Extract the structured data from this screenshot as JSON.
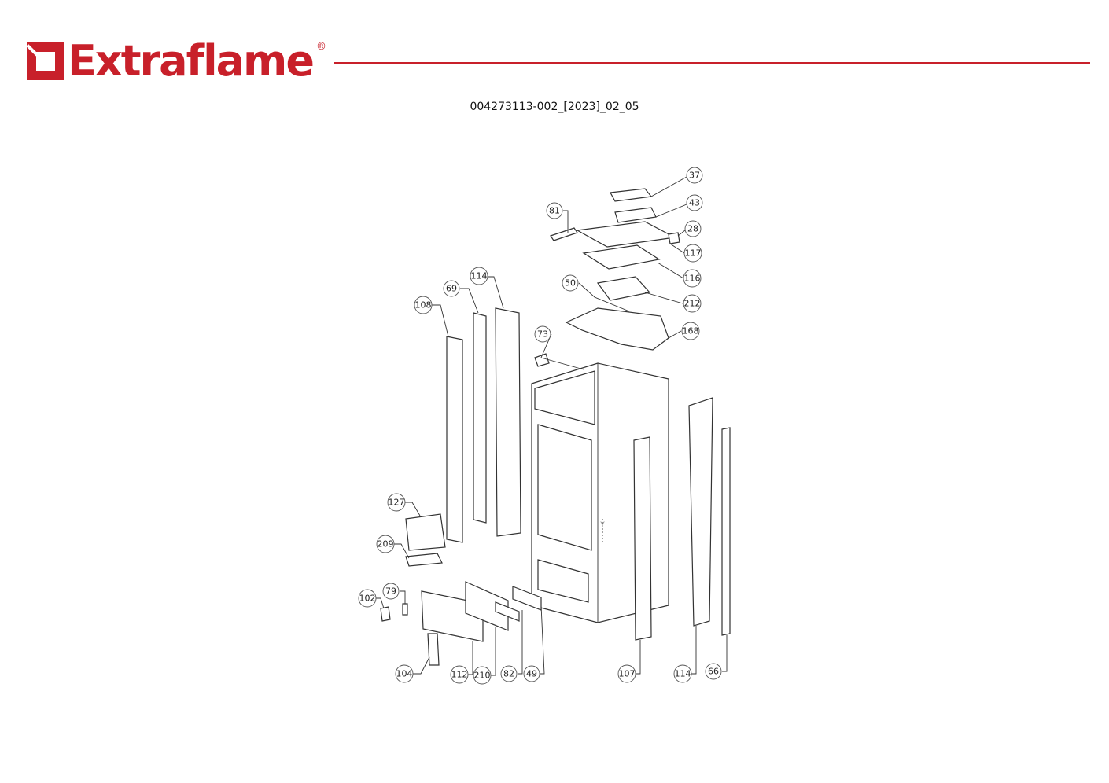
{
  "header": {
    "brand": "Extraflame",
    "registered_mark": "®",
    "brand_color": "#c8202a",
    "document_code": "004273113-002_[2023]_02_05"
  },
  "diagram": {
    "axis_label_y": "Y",
    "callouts": [
      "37",
      "43",
      "81",
      "28",
      "117",
      "116",
      "114",
      "69",
      "50",
      "108",
      "212",
      "168",
      "73",
      "127",
      "209",
      "79",
      "102",
      "104",
      "112",
      "210",
      "82",
      "49",
      "107",
      "114",
      "66"
    ]
  }
}
